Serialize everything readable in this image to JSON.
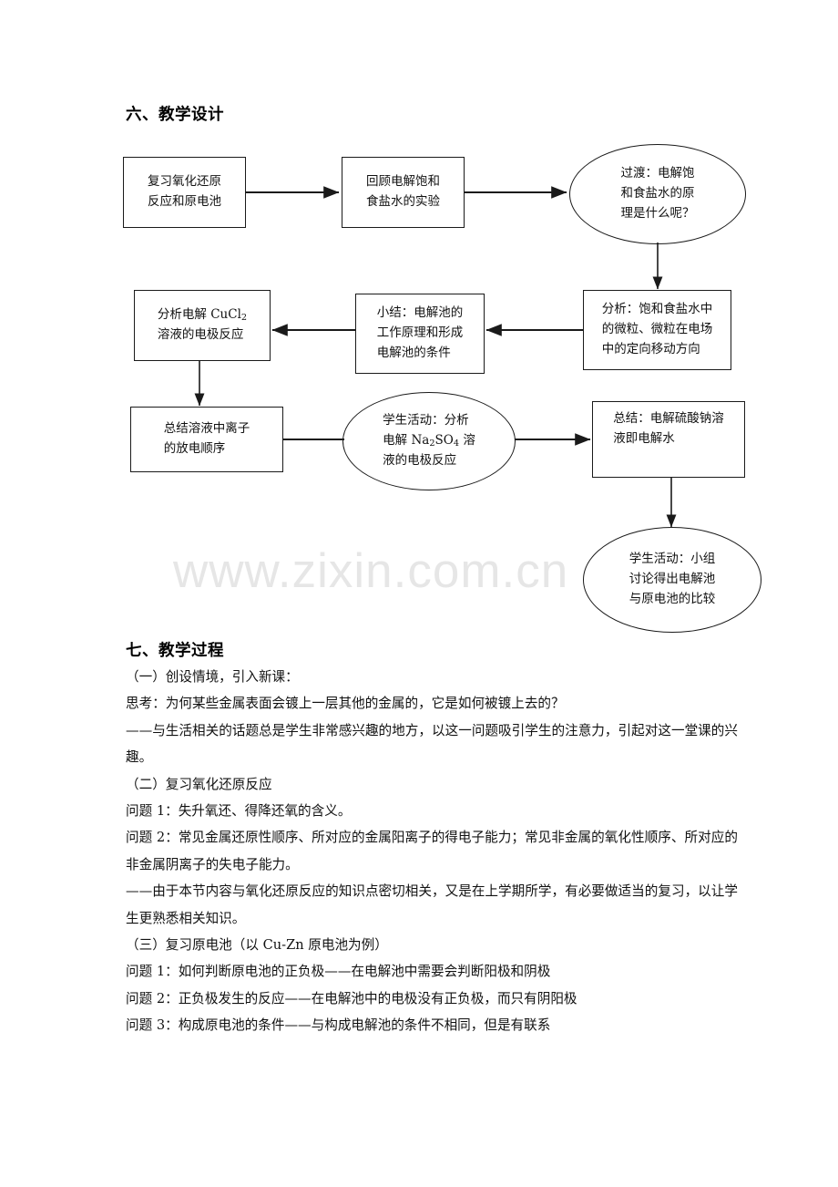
{
  "document": {
    "watermark": "www.zixin.com.cn",
    "sections": {
      "design_heading": "六、教学设计",
      "process_heading": "七、教学过程"
    }
  },
  "flowchart": {
    "nodes": [
      {
        "id": "n1",
        "shape": "box",
        "text": "复习氧化还原\n反应和原电池"
      },
      {
        "id": "n2",
        "shape": "box",
        "text": "回顾电解饱和\n食盐水的实验"
      },
      {
        "id": "n3",
        "shape": "ellipse",
        "text": "过渡：电解饱\n和食盐水的原\n理是什么呢？"
      },
      {
        "id": "n4",
        "shape": "box",
        "text": "分析：饱和食盐水中\n的微粒、微粒在电场\n中的定向移动方向"
      },
      {
        "id": "n5",
        "shape": "box",
        "text": "小结：电解池的\n工作原理和形成\n电解池的条件"
      },
      {
        "id": "n6",
        "shape": "box",
        "text_line1_pre": "分析电解 CuCl",
        "text_line1_sub": "2",
        "text_line2": "溶液的电极反应"
      },
      {
        "id": "n7",
        "shape": "box",
        "text": "总结溶液中离子\n的放电顺序"
      },
      {
        "id": "n8",
        "shape": "ellipse",
        "text_line1": "学生活动：分析",
        "text_line2_pre": "电解 Na",
        "text_line2_sub1": "2",
        "text_line2_mid": "SO",
        "text_line2_sub2": "4",
        "text_line2_post": " 溶",
        "text_line3": "液的电极反应"
      },
      {
        "id": "n9",
        "shape": "box",
        "text": "总结：电解硫酸钠溶\n液即电解水"
      },
      {
        "id": "n10",
        "shape": "ellipse",
        "text": "学生活动：小组\n讨论得出电解池\n与原电池的比较"
      }
    ]
  },
  "body": {
    "lines": [
      "（一）创设情境，引入新课：",
      "思考：为何某些金属表面会镀上一层其他的金属的，它是如何被镀上去的？",
      "——与生活相关的话题总是学生非常感兴趣的地方，以这一问题吸引学生的注意力，引起对这一堂课的兴趣。",
      "（二）复习氧化还原反应",
      "问题 1：失升氧还、得降还氧的含义。",
      "问题 2：常见金属还原性顺序、所对应的金属阳离子的得电子能力；常见非金属的氧化性顺序、所对应的非金属阴离子的失电子能力。",
      "——由于本节内容与氧化还原反应的知识点密切相关，又是在上学期所学，有必要做适当的复习，以让学生更熟悉相关知识。",
      "（三）复习原电池（以 Cu-Zn 原电池为例）",
      "问题 1：如何判断原电池的正负极——在电解池中需要会判断阳极和阴极",
      "问题 2：正负极发生的反应——在电解池中的电极没有正负极，而只有阴阳极",
      "问题 3：构成原电池的条件——与构成电解池的条件不相同，但是有联系"
    ]
  },
  "colors": {
    "ink": "#1a1a1a",
    "watermark": "#e6e6e6",
    "page": "#ffffff"
  }
}
